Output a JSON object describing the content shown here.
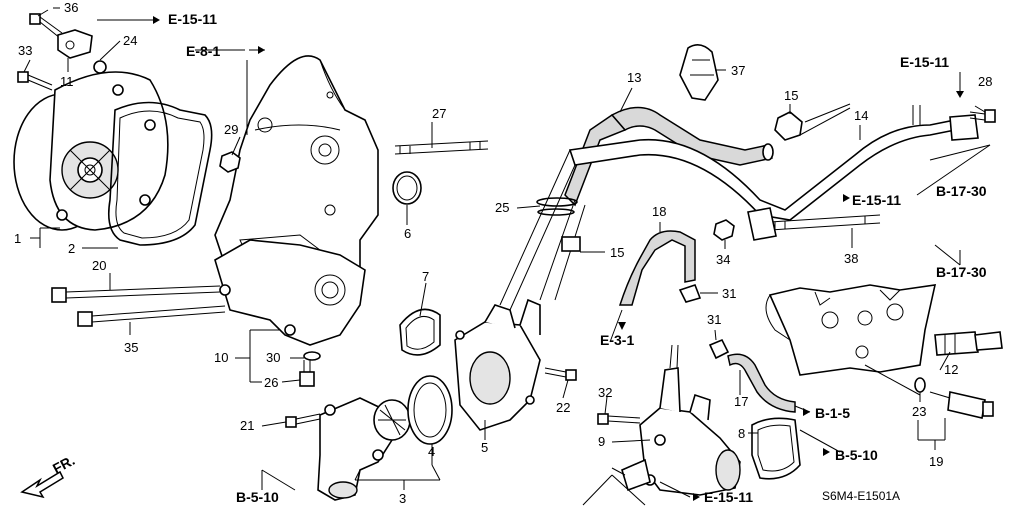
{
  "callouts": {
    "c1": "1",
    "c2": "2",
    "c3": "3",
    "c4": "4",
    "c5": "5",
    "c6": "6",
    "c7": "7",
    "c8": "8",
    "c9": "9",
    "c10": "10",
    "c11": "11",
    "c12": "12",
    "c13": "13",
    "c14": "14",
    "c15a": "15",
    "c15b": "15",
    "c17": "17",
    "c18": "18",
    "c19": "19",
    "c20": "20",
    "c21": "21",
    "c22": "22",
    "c23": "23",
    "c24": "24",
    "c25": "25",
    "c26": "26",
    "c27": "27",
    "c28": "28",
    "c29": "29",
    "c30": "30",
    "c31a": "31",
    "c31b": "31",
    "c32": "32",
    "c33": "33",
    "c34": "34",
    "c35": "35",
    "c36": "36",
    "c37": "37",
    "c38": "38"
  },
  "references": {
    "e1511_top": "E-15-11",
    "e81": "E-8-1",
    "e1511_right": "E-15-11",
    "e1511_mid": "E-15-11",
    "b1730_top": "B-17-30",
    "b1730_mid": "B-17-30",
    "e31": "E-3-1",
    "b15": "B-1-5",
    "b510_right": "B-5-10",
    "b510_left": "B-5-10",
    "e1511_bottom": "E-15-11"
  },
  "direction_label": "FR.",
  "diagram_code": "S6M4-E1501A"
}
